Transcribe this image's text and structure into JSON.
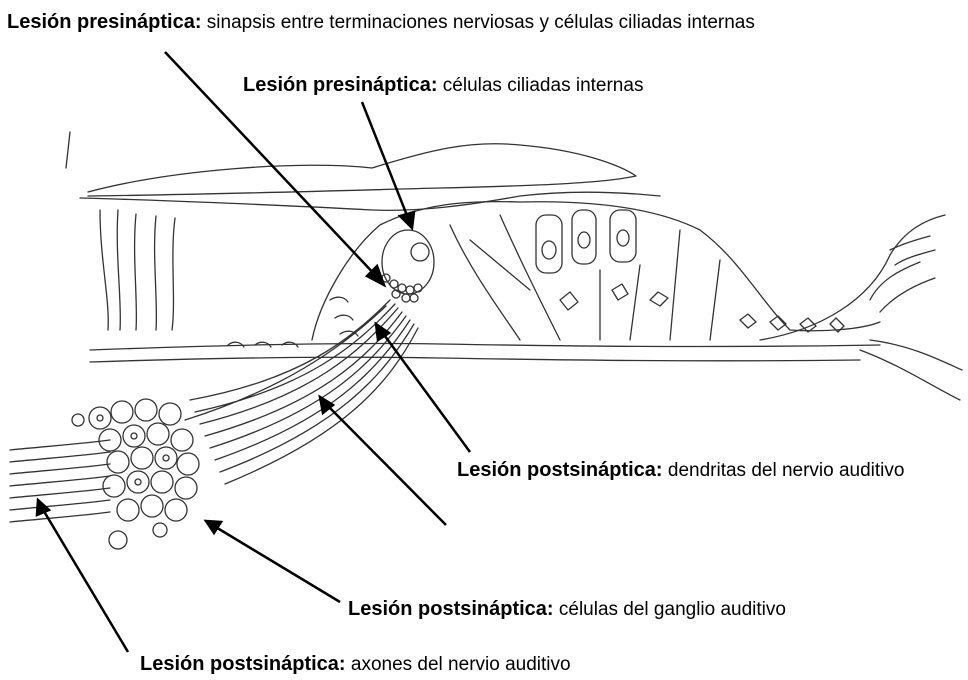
{
  "colors": {
    "ink": "#000000",
    "sketch": "#333333",
    "background": "#ffffff"
  },
  "labels": [
    {
      "key": "Lesión presináptica:",
      "text": "sinapsis entre terminaciones nerviosas y células ciliadas internas"
    },
    {
      "key": "Lesión presináptica:",
      "text": "células ciliadas internas"
    },
    {
      "key": "Lesión postsináptica:",
      "text": "dendritas del nervio auditivo"
    },
    {
      "key": "Lesión postsináptica:",
      "text": "células del ganglio auditivo"
    },
    {
      "key": "Lesión postsináptica:",
      "text": "axones del nervio auditivo"
    }
  ]
}
